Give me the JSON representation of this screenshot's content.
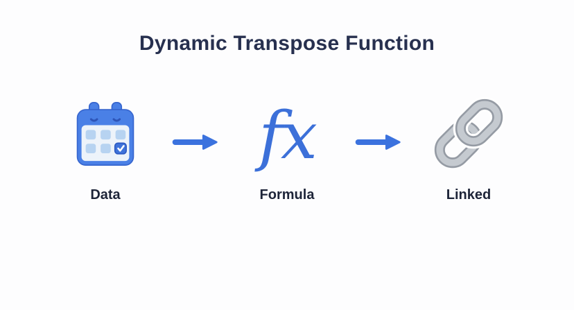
{
  "title": "Dynamic Transpose Function",
  "flow": {
    "steps": [
      {
        "icon": "calendar-icon",
        "label": "Data"
      },
      {
        "icon": "formula-fx-icon",
        "label": "Formula"
      },
      {
        "icon": "chain-link-icon",
        "label": "Linked"
      }
    ],
    "connector_icon": "arrow-right-icon",
    "formula_glyph": "fx"
  },
  "theme": {
    "page_bg": "#fdfdfe",
    "title_color": "#27304f",
    "label_color": "#1d2438",
    "accent_blue": "#3b72de",
    "formula_blue": "#3c70d9",
    "calendar_blue": "#4a80e6",
    "calendar_border": "#3766cf",
    "calendar_notch": "#2d54b8",
    "calendar_panel": "#edf3fa",
    "calendar_cell": "#b7d3f1",
    "calendar_check": "#3f73da",
    "calendar_check_border": "#2d5ac2",
    "chain_edge": "#959ba4",
    "chain_mid": "#c5cad0"
  }
}
